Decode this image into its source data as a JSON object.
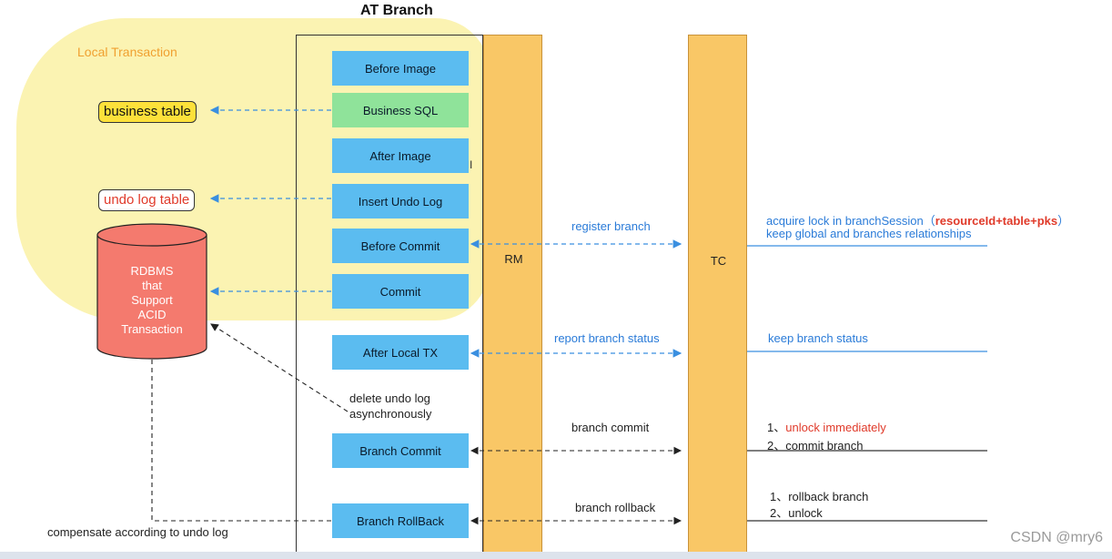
{
  "title": "AT Branch",
  "local_transaction": "Local Transaction",
  "tables": {
    "business": "business table",
    "undo": "undo log table"
  },
  "rdbms": [
    "RDBMS",
    "that",
    "Support",
    "ACID",
    "Transaction"
  ],
  "columns": {
    "rm": "RM",
    "tc": "TC"
  },
  "steps": {
    "before_image": "Before Image",
    "business_sql": "Business SQL",
    "after_image": "After Image",
    "insert_undo": "Insert Undo Log",
    "before_commit": "Before Commit",
    "commit": "Commit",
    "after_local_tx": "After Local TX",
    "branch_commit": "Branch Commit",
    "branch_rollback": "Branch RollBack"
  },
  "messages": {
    "register_branch": "register branch",
    "report_status": "report branch status",
    "branch_commit": "branch commit",
    "branch_rollback": "branch rollback",
    "delete_undo_1": "delete undo log",
    "delete_undo_2": "asynchronously",
    "compensate": "compensate according to undo log"
  },
  "tc_notes": {
    "acquire_lock": "acquire lock in branchSession（",
    "acquire_lock_key": "resourceId+table+pks",
    "acquire_lock_end": "）",
    "keep_relations": "keep global and branches relationships",
    "keep_status": "keep branch status",
    "commit_1_num": "1、",
    "commit_1": "unlock immediately",
    "commit_2": "2、commit branch",
    "rollback_1": "1、rollback branch",
    "rollback_2": "2、unlock"
  },
  "watermark": "CSDN @mry6",
  "colors": {
    "local_bg": "#fbf3b2",
    "step_blue": "#5bbcf0",
    "step_green": "#8fe39a",
    "column_orange": "#f9c766",
    "rdbms_red": "#f47a6e",
    "arrow_blue": "#3a8fe0"
  }
}
